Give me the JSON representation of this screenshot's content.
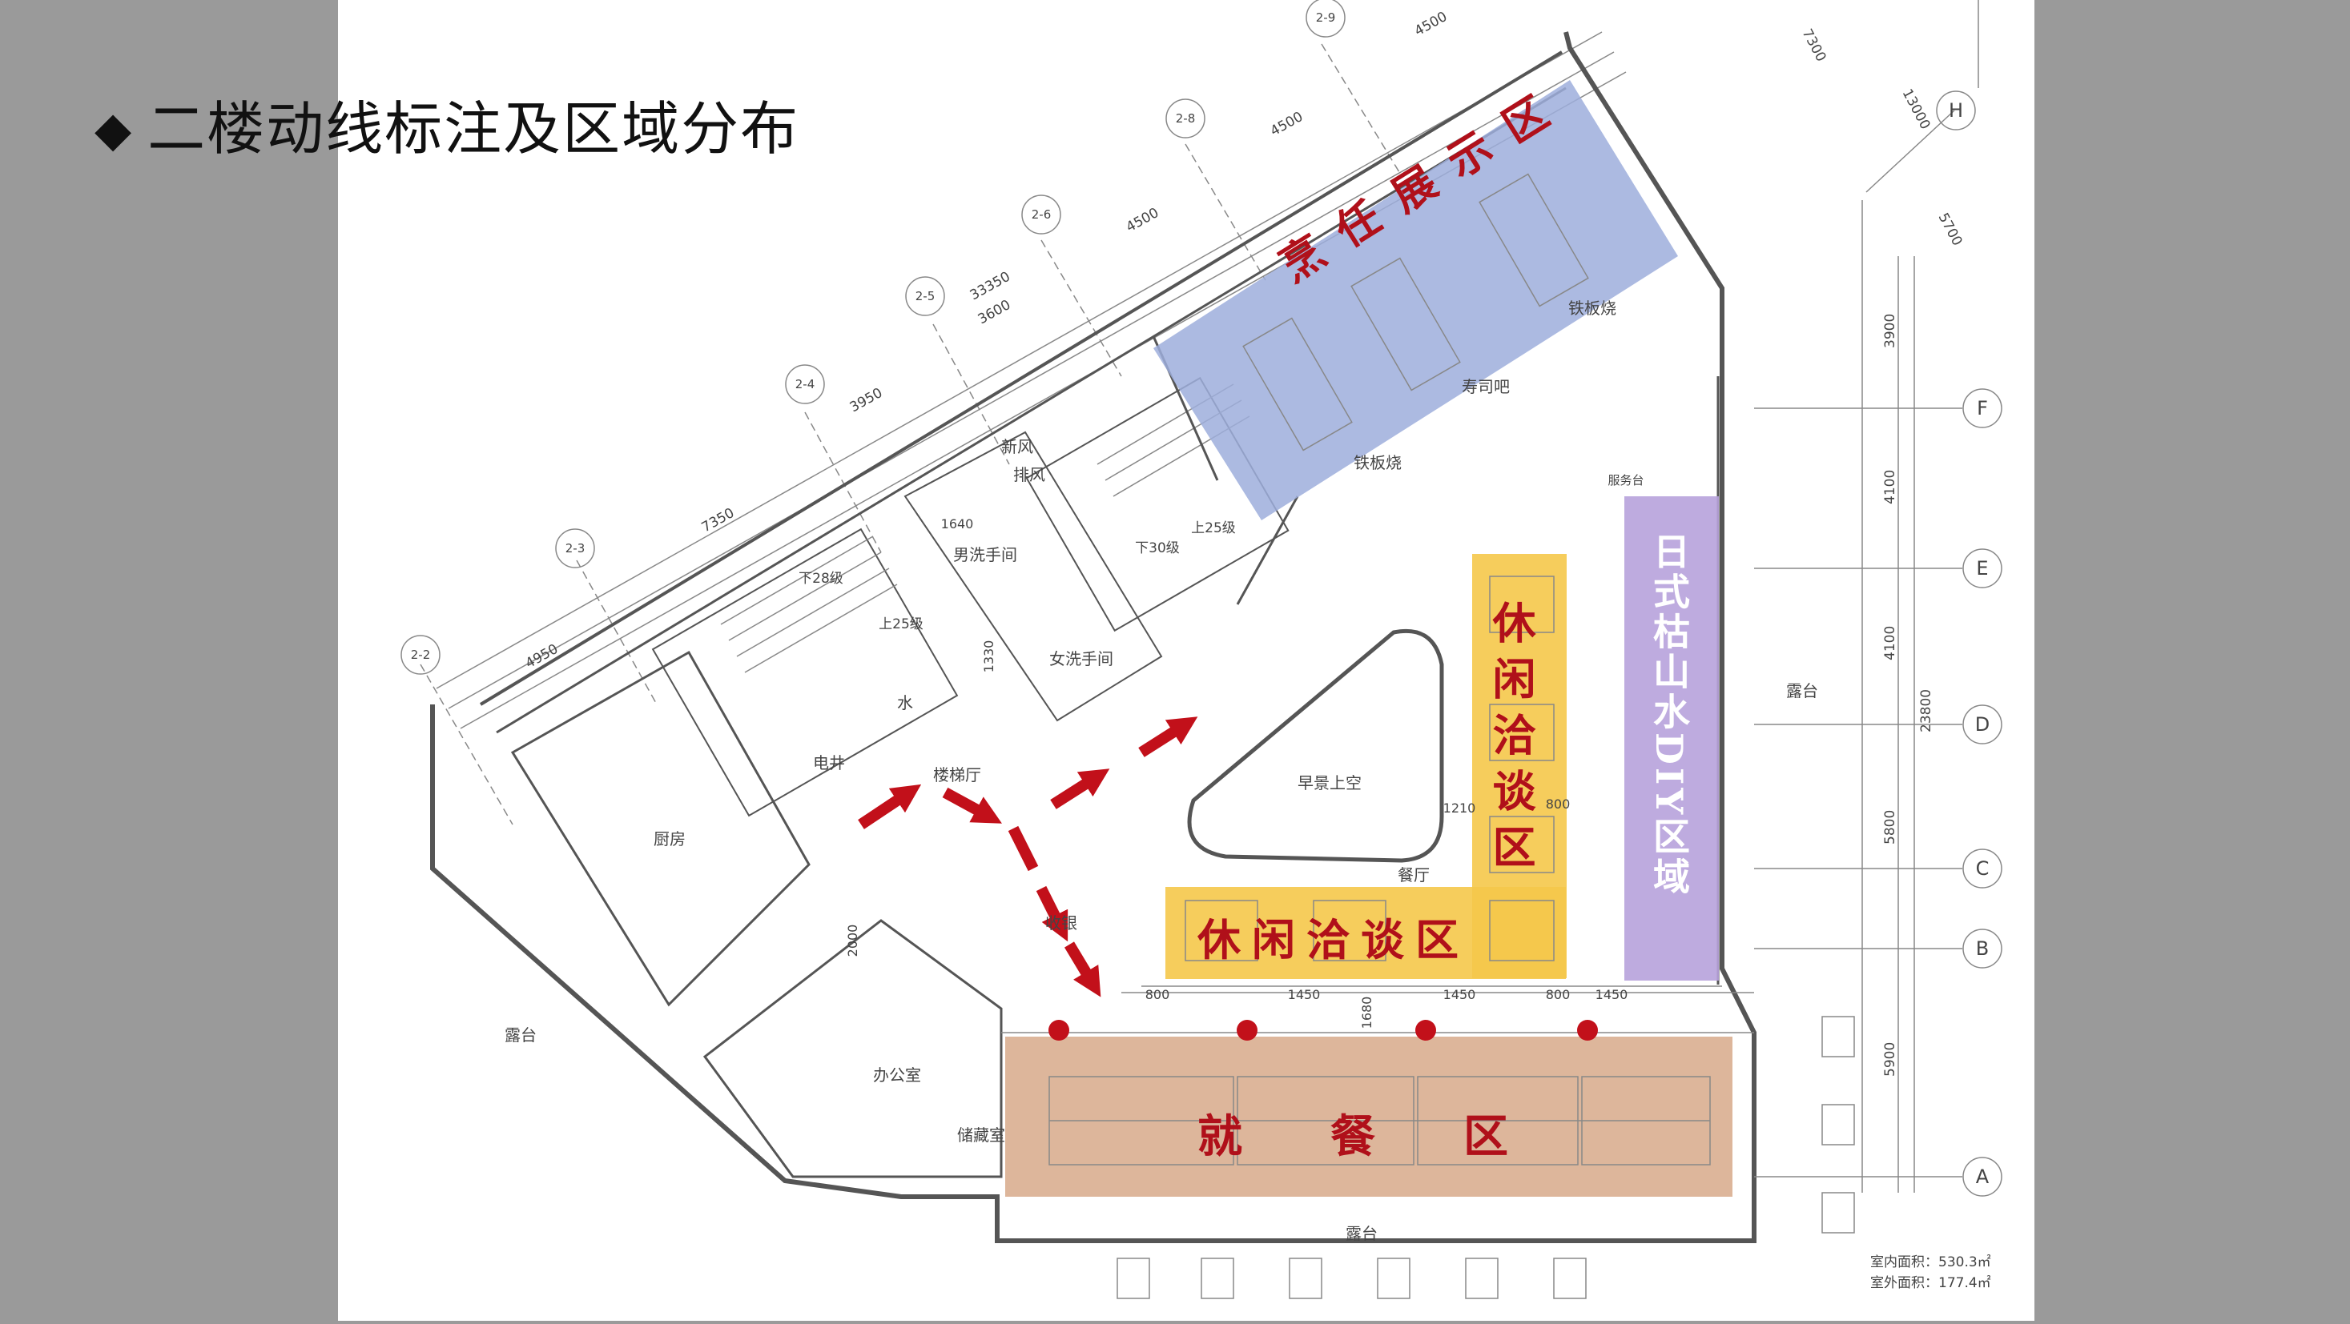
{
  "slide": {
    "title_marker": "◆",
    "title": "二楼动线标注及区域分布",
    "background_color": "#9a9a9a",
    "plan_background_color": "#ffffff"
  },
  "zones": {
    "cooking_display": {
      "label": "烹任展示区",
      "color": "#9eaedc"
    },
    "leisure_horizontal": {
      "label": "休闲洽谈区",
      "color": "#f5c84a"
    },
    "leisure_vertical": {
      "label": "休闲洽谈区",
      "color": "#f5c84a"
    },
    "zen_garden": {
      "label": "日式枯山水DIY区域",
      "color": "#b7a2dc"
    },
    "dining": {
      "label": "就餐区",
      "color": "#d7a98a"
    }
  },
  "zone_text_color": "#b0101a",
  "flow_arrow_color": "#c2101a",
  "room_labels": {
    "kitchen": "厨房",
    "power_well": "电井",
    "stair_hall": "楼梯厅",
    "water": "水",
    "mens_restroom": "男洗手间",
    "womens_restroom": "女洗手间",
    "fresh_air": "新风",
    "exhaust": "排风",
    "atrium": "早景上空",
    "dining_hall": "餐厅",
    "office": "办公室",
    "storage": "储藏室",
    "cashier": "收银",
    "terrace_left": "露台",
    "terrace_right": "露台",
    "terrace_bottom": "露台",
    "teppanyaki_a": "铁板烧",
    "teppanyaki_b": "铁板烧",
    "sushi_bar": "寿司吧",
    "service_desk": "服务台",
    "stairs_down_28": "下28级",
    "stairs_up_25a": "上25级",
    "stairs_down_30": "下30级",
    "stairs_up_25b": "上25级"
  },
  "area_notes": {
    "indoor": "室内面积：530.3㎡",
    "outdoor": "室外面积：177.4㎡"
  },
  "grid_axes_top": [
    "2-2",
    "2-3",
    "2-4",
    "2-5",
    "2-6",
    "2-8",
    "2-9"
  ],
  "grid_axes_right": [
    "H",
    "F",
    "E",
    "D",
    "C",
    "B",
    "A"
  ],
  "dimensions_top": [
    "4950",
    "7350",
    "3950",
    "3600",
    "4500",
    "4500",
    "4500",
    "33350"
  ],
  "dimensions_right": [
    "7300",
    "13000",
    "5700",
    "3900",
    "4100",
    "4100",
    "23800",
    "5800",
    "5900"
  ],
  "dimensions_bottom": [
    "800",
    "1450",
    "1450",
    "800",
    "1450"
  ],
  "dimensions_misc": [
    "1640",
    "1330",
    "1210",
    "2000",
    "1680",
    "800"
  ]
}
